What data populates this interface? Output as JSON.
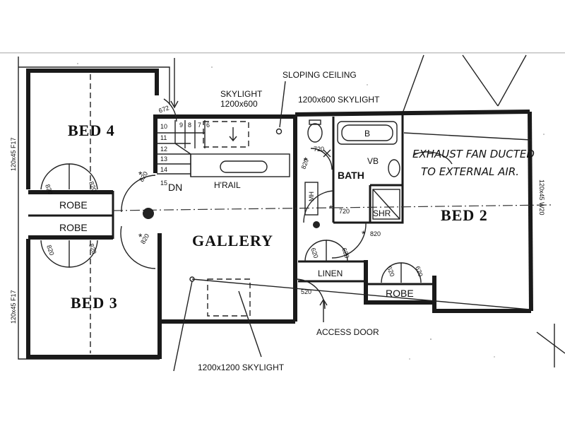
{
  "rooms": {
    "bed4": "BED 4",
    "bed3": "BED 3",
    "bed2": "BED 2",
    "gallery": "GALLERY",
    "bath": "BATH",
    "robe_a": "ROBE",
    "robe_b": "ROBE",
    "robe_c": "ROBE",
    "linen": "LINEN",
    "shr": "SHR",
    "vb": "VB",
    "mh": "MH",
    "b": "B"
  },
  "labels": {
    "sloping_ceiling": "SLOPING CEILING",
    "skylight_top_1": "SKYLIGHT",
    "skylight_top_1_size": "1200x600",
    "skylight_top_2": "1200x600 SKYLIGHT",
    "skylight_bottom": "1200x1200 SKYLIGHT",
    "access_door": "ACCESS DOOR",
    "handrail": "H'RAIL",
    "down": "DN",
    "exhaust_line1": "EXHAUST FAN DUCTED",
    "exhaust_line2": "TO EXTERNAL AIR."
  },
  "window_marks": {
    "left_top": "120x45 F17",
    "left_bottom": "120x45 F17",
    "right": "120x45 W20"
  },
  "stair_steps": [
    "9",
    "8",
    "7",
    "6",
    "10",
    "11",
    "12",
    "13",
    "14",
    "15"
  ],
  "door_sizes": {
    "d1": "820",
    "d2": "820",
    "d3": "820",
    "d4": "820",
    "d5": "820",
    "d6": "820",
    "d7": "820",
    "d8": "720",
    "d9": "720",
    "d10": "820",
    "d11": "520",
    "d12": "620",
    "d13": "620",
    "d14": "620",
    "d15": "620",
    "d16": "672"
  }
}
